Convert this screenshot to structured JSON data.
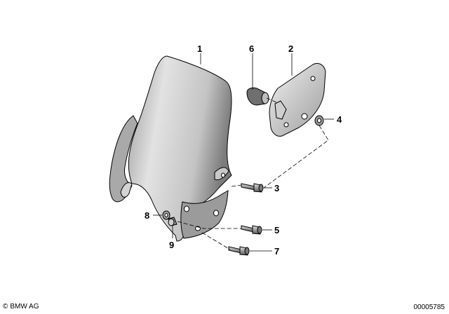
{
  "callouts": {
    "c1": "1",
    "c2": "2",
    "c3": "3",
    "c4": "4",
    "c5": "5",
    "c6": "6",
    "c7": "7",
    "c8": "8",
    "c9": "9"
  },
  "footer": {
    "copyright_symbol": "©",
    "brand": "BMW AG",
    "diagram_code": "00005785"
  },
  "colors": {
    "line": "#000000",
    "shade_light": "#e6e6e6",
    "shade_mid": "#bdbdbd",
    "shade_dark": "#8a8a8a"
  }
}
